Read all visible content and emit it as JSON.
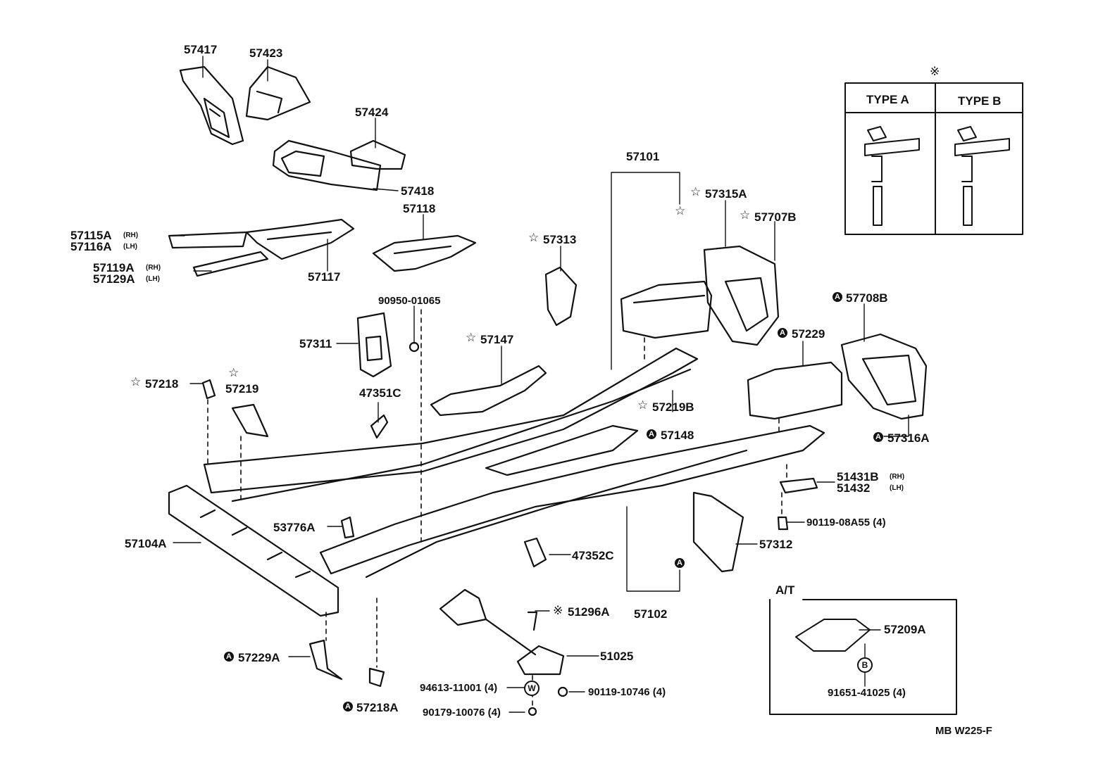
{
  "labels": {
    "p57417": "57417",
    "p57423": "57423",
    "p57424": "57424",
    "p57418": "57418",
    "p57115a": "57115A",
    "p57115a_side": "(RH)",
    "p57116a": "57116A",
    "p57116a_side": "(LH)",
    "p57119a": "57119A",
    "p57119a_side": "(RH)",
    "p57129a": "57129A",
    "p57129a_side": "(LH)",
    "p57117": "57117",
    "p57118": "57118",
    "p57101": "57101",
    "p57315a": "57315A",
    "p57707b": "57707B",
    "p57313": "57313",
    "p90950": "90950-01065",
    "p57311": "57311",
    "p47351c": "47351C",
    "p57147": "57147",
    "p57708b": "57708B",
    "p57229": "57229",
    "p57218": "57218",
    "p57219": "57219",
    "p57219b": "57219B",
    "p57148": "57148",
    "p57316a": "57316A",
    "p51431b": "51431B",
    "p51431b_side": "(RH)",
    "p51432": "51432",
    "p51432_side": "(LH)",
    "p90119_08a55": "90119-08A55 (4)",
    "p57312": "57312",
    "p53776a": "53776A",
    "p57104a": "57104A",
    "p47352c": "47352C",
    "p57102": "57102",
    "p51296a": "51296A",
    "p51025": "51025",
    "p57229a": "57229A",
    "p94613": "94613-11001 (4)",
    "p90119_10746": "90119-10746 (4)",
    "p90179": "90179-10076 (4)",
    "p57218a": "57218A",
    "at_label": "A/T",
    "p57209a": "57209A",
    "p91651": "91651-41025 (4)",
    "footer_code": "MB  W225-F"
  },
  "legend": {
    "marker": "※",
    "type_a": "TYPE A",
    "type_b": "TYPE B"
  },
  "markers": {
    "star": "☆",
    "note": "※",
    "filled_a": "A",
    "circle_w": "W",
    "circle_b": "B"
  }
}
